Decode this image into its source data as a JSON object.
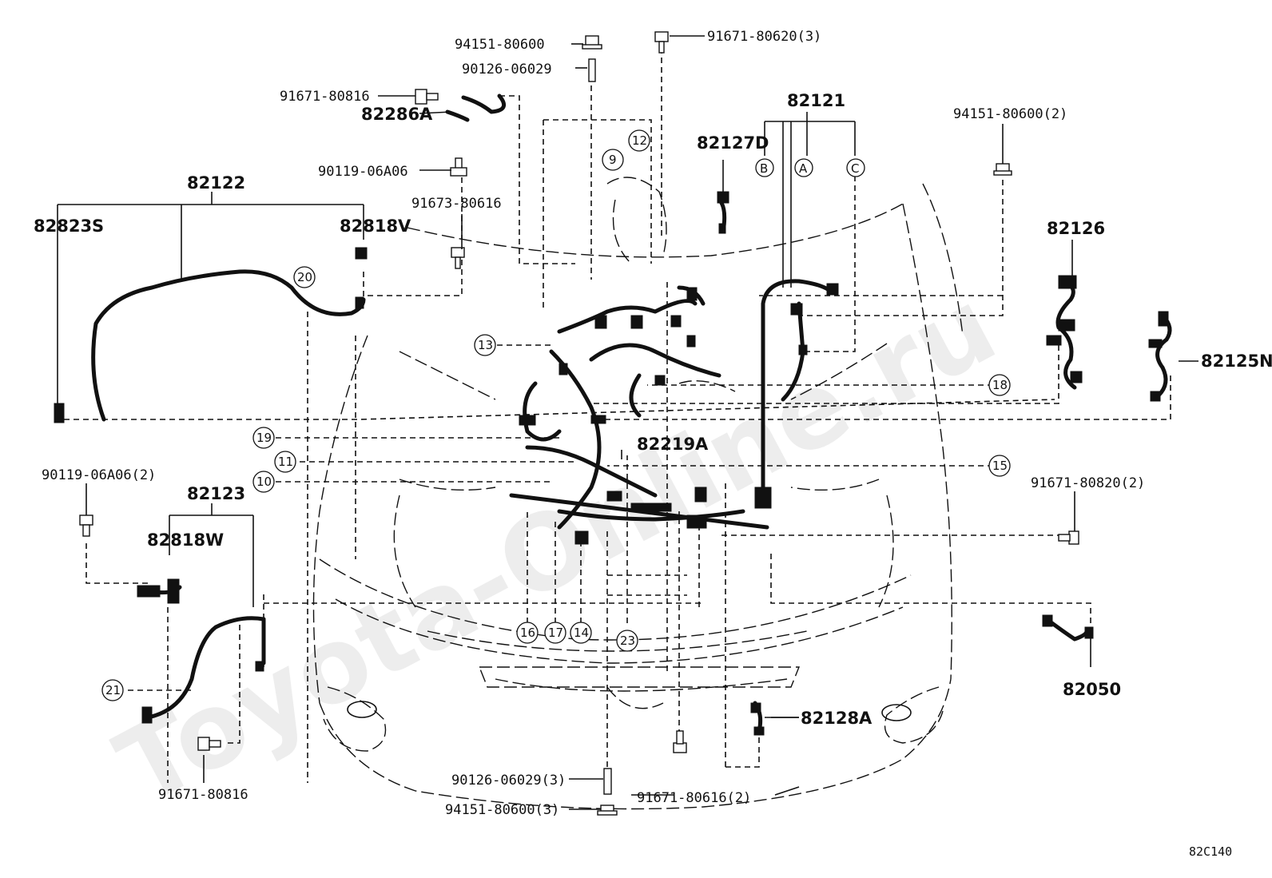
{
  "watermark": "Toyota-Online.ru",
  "diagram_code": "82C140",
  "assemblies": {
    "a82121": "82121",
    "a82122": "82122",
    "a82123": "82123",
    "a82126": "82126",
    "a82125N": "82125N",
    "a82127D": "82127D",
    "a82286A": "82286A",
    "a82823S": "82823S",
    "a82818V": "82818V",
    "a82818W": "82818W",
    "a82219A": "82219A",
    "a82128A": "82128A",
    "a82050": "82050"
  },
  "fasteners": {
    "f1": "94151-80600",
    "f2": "90126-06029",
    "f3": "91671-80620(3)",
    "f4": "91671-80816",
    "f5": "90119-06A06",
    "f6": "91673-80616",
    "f7": "94151-80600(2)",
    "f8": "90119-06A06(2)",
    "f9": "91671-80820(2)",
    "f10": "91671-80816",
    "f11": "90126-06029(3)",
    "f12": "91671-80616(2)",
    "f13": "94151-80600(3)"
  },
  "connector_letters": {
    "b": "B",
    "a": "A",
    "c": "C"
  },
  "callouts": {
    "c9": "9",
    "c12": "12",
    "c13": "13",
    "c18": "18",
    "c19": "19",
    "c11": "11",
    "c10": "10",
    "c15": "15",
    "c20": "20",
    "c21": "21",
    "c16": "16",
    "c17": "17",
    "c14": "14",
    "c23": "23"
  }
}
